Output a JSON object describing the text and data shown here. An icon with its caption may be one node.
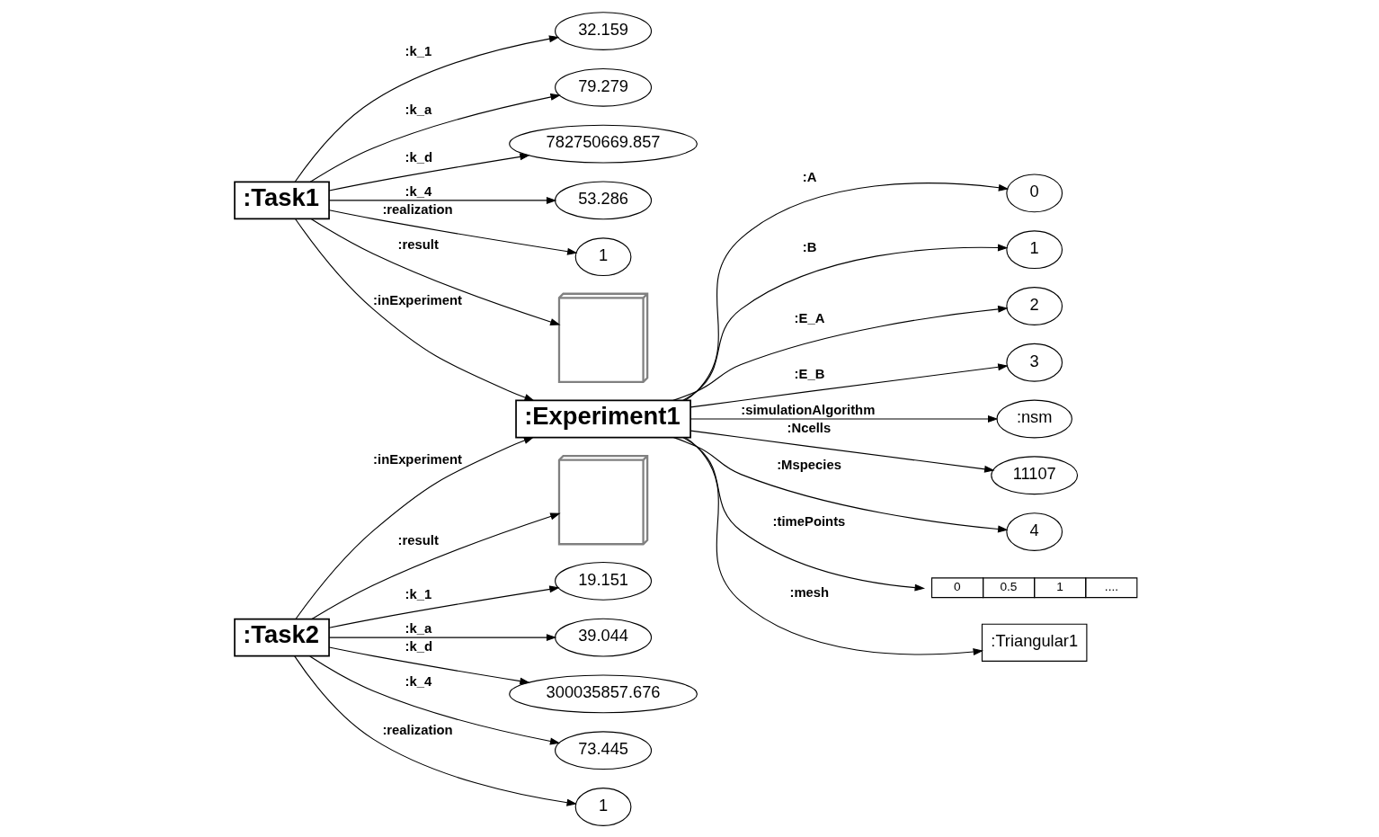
{
  "diagram": {
    "nodes": [
      {
        "text": [
          ":Experiment1"
        ]
      },
      {
        "text": [
          "0"
        ]
      },
      {
        "text": [
          "1"
        ]
      },
      {
        "text": [
          "2"
        ]
      },
      {
        "text": [
          "3"
        ]
      },
      {
        "text": [
          ":nsm"
        ]
      },
      {
        "text": [
          "11107"
        ]
      },
      {
        "text": [
          "4"
        ]
      },
      {
        "text": [
          "0",
          "0.5",
          "1",
          "...."
        ]
      },
      {
        "text": [
          ":Triangular1"
        ]
      },
      {
        "text": [
          ":Task1"
        ]
      },
      {
        "text": [
          "32.159"
        ]
      },
      {
        "text": [
          "79.279"
        ]
      },
      {
        "text": [
          "782750669.857"
        ]
      },
      {
        "text": [
          "53.286"
        ]
      },
      {
        "text": [
          "1"
        ]
      },
      {
        "text": [],
        "shape": "cube"
      },
      {
        "text": [
          ":Task2"
        ]
      },
      {
        "text": [
          "19.151"
        ]
      },
      {
        "text": [
          "39.044"
        ]
      },
      {
        "text": [
          "300035857.676"
        ]
      },
      {
        "text": [
          "73.445"
        ]
      },
      {
        "text": [
          "1"
        ]
      },
      {
        "text": [],
        "shape": "cube"
      }
    ],
    "edges": [
      {
        "from": 0,
        "to": 1,
        "arrow": "to",
        "label": ":A"
      },
      {
        "from": 0,
        "to": 2,
        "arrow": "to",
        "label": ":B"
      },
      {
        "from": 0,
        "to": 3,
        "arrow": "to",
        "label": ":E_A"
      },
      {
        "from": 0,
        "to": 4,
        "arrow": "to",
        "label": ":E_B"
      },
      {
        "from": 0,
        "to": 5,
        "arrow": "to",
        "label": ":simulationAlgorithm"
      },
      {
        "from": 0,
        "to": 9,
        "arrow": "to",
        "label": ":mesh"
      },
      {
        "from": 0,
        "to": 6,
        "arrow": "to",
        "label": ":Ncells"
      },
      {
        "from": 0,
        "to": 7,
        "arrow": "to",
        "label": ":Mspecies"
      },
      {
        "from": 0,
        "to": 8,
        "arrow": "to",
        "label": ":timePoints"
      },
      {
        "from": 10,
        "to": 0,
        "arrow": "to",
        "label": ":inExperiment"
      },
      {
        "from": 10,
        "to": 11,
        "arrow": "to",
        "label": ":k_1"
      },
      {
        "from": 10,
        "to": 12,
        "arrow": "to",
        "label": ":k_a"
      },
      {
        "from": 10,
        "to": 13,
        "arrow": "to",
        "label": ":k_d"
      },
      {
        "from": 10,
        "to": 14,
        "arrow": "to",
        "label": ":k_4"
      },
      {
        "from": 10,
        "to": 15,
        "arrow": "to",
        "label": ":realization"
      },
      {
        "from": 10,
        "to": 16,
        "arrow": "to",
        "label": ":result"
      },
      {
        "from": 17,
        "to": 0,
        "arrow": "to",
        "label": ":inExperiment"
      },
      {
        "from": 17,
        "to": 18,
        "arrow": "to",
        "label": ":k_1"
      },
      {
        "from": 17,
        "to": 19,
        "arrow": "to",
        "label": ":k_a"
      },
      {
        "from": 17,
        "to": 20,
        "arrow": "to",
        "label": ":k_d"
      },
      {
        "from": 17,
        "to": 21,
        "arrow": "to",
        "label": ":k_4"
      },
      {
        "from": 17,
        "to": 22,
        "arrow": "to",
        "label": ":realization"
      },
      {
        "from": 17,
        "to": 23,
        "arrow": "to",
        "label": ":result"
      }
    ]
  }
}
